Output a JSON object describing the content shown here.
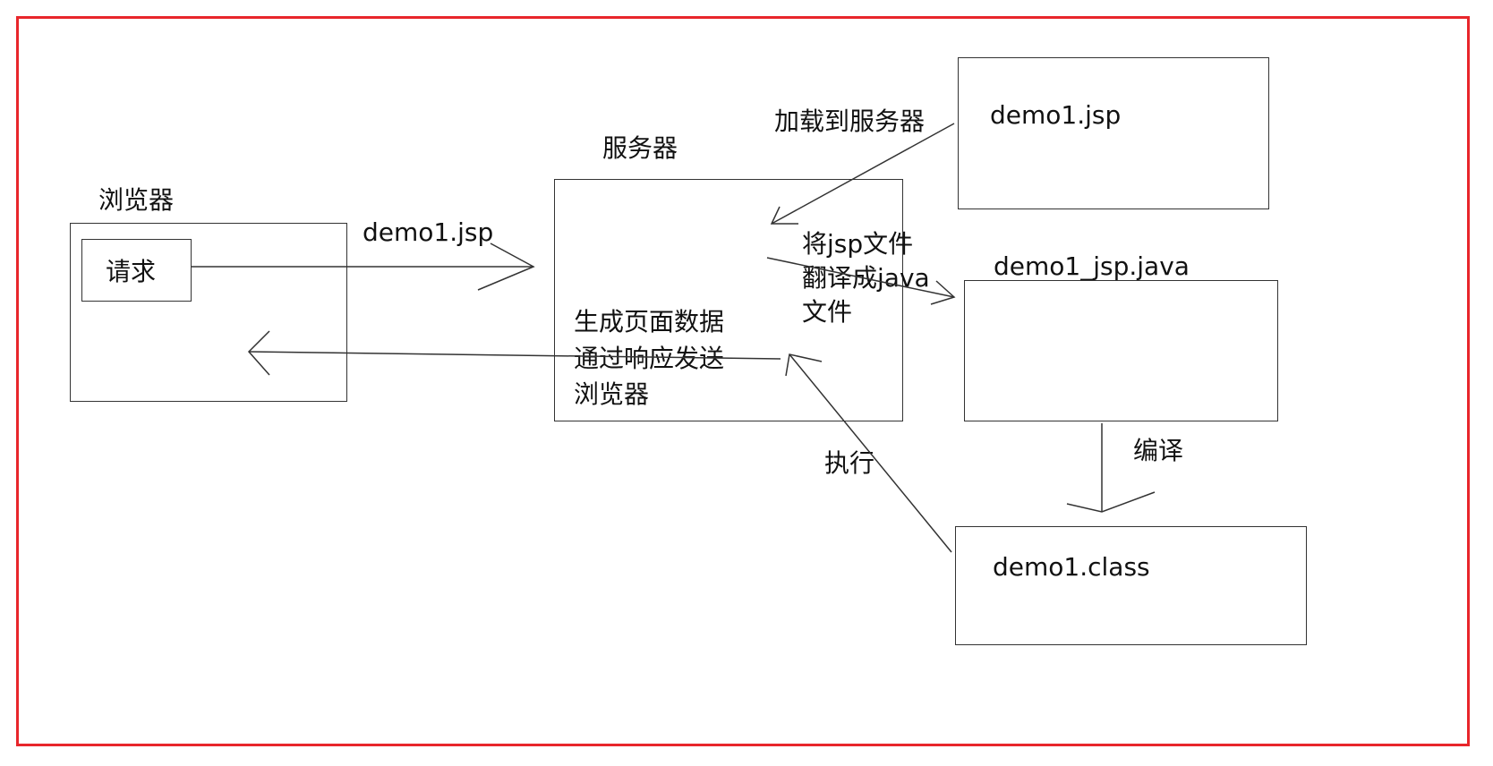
{
  "diagram": {
    "nodes": {
      "browser_title": "浏览器",
      "request": "请求",
      "server_title": "服务器",
      "jsp_file": "demo1.jsp",
      "java_file": "demo1_jsp.java",
      "class_file": "demo1.class"
    },
    "edges": {
      "request_label": "demo1.jsp",
      "load_label": "加载到服务器",
      "translate_label": "将jsp文件\n翻译成java\n文件",
      "compile_label": "编译",
      "execute_label": "执行",
      "response_label": "生成页面数据\n通过响应发送\n浏览器"
    },
    "colors": {
      "frame": "#e8262b",
      "stroke": "#333333",
      "text": "#111111"
    }
  }
}
